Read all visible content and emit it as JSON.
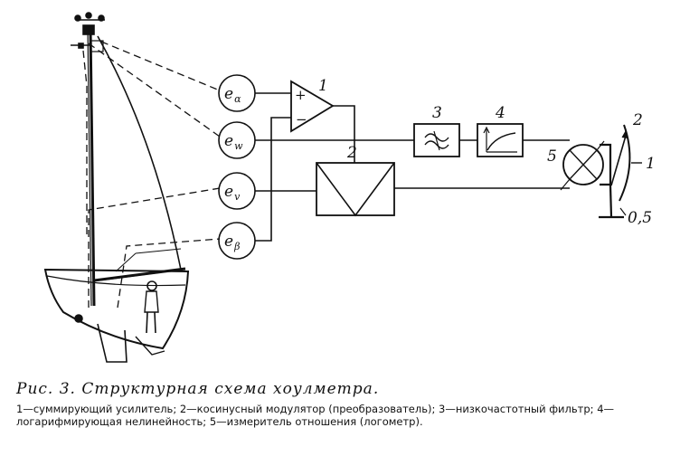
{
  "diagram": {
    "block_numbers": [
      "1",
      "2",
      "3",
      "4",
      "5"
    ],
    "meter_labels": [
      "2",
      "1",
      "0,5"
    ],
    "sensors": [
      {
        "letter": "e",
        "sub": "α"
      },
      {
        "letter": "e",
        "sub": "w"
      },
      {
        "letter": "e",
        "sub": "v"
      },
      {
        "letter": "e",
        "sub": "β"
      }
    ],
    "amp_plus": "+",
    "amp_minus": "−"
  },
  "caption": {
    "title": "Рис. 3. Структурная схема хоулметра.",
    "legend": "1—суммирующий усилитель; 2—косинусный модулятор (преобразователь); 3—низкочастотный фильтр; 4—логарифмирующая нелинейность; 5—измеритель отношения (логометр)."
  }
}
